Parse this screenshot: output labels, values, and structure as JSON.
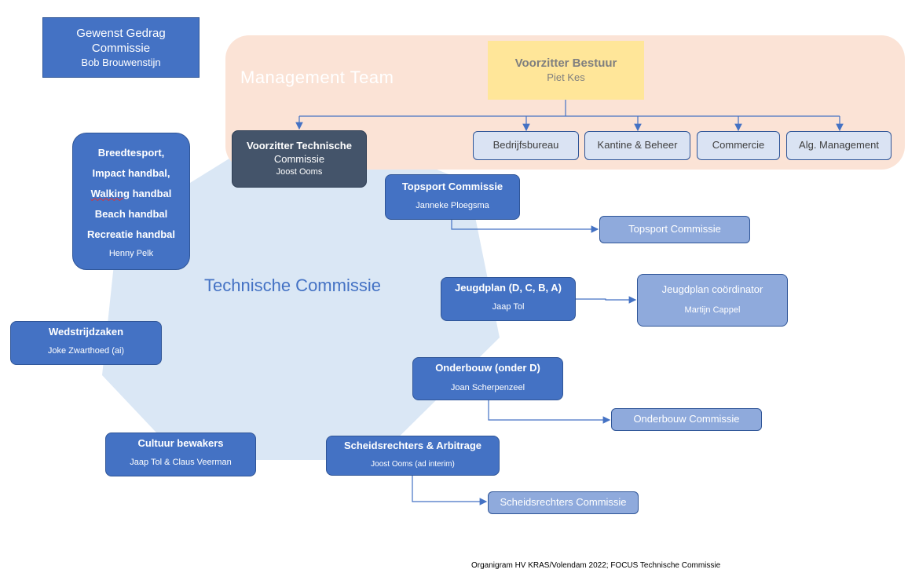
{
  "gewenst": {
    "line1": "Gewenst Gedrag",
    "line2": "Commissie",
    "name": "Bob Brouwenstijn"
  },
  "management": {
    "title": "Management Team"
  },
  "voorzitter_bestuur": {
    "title": "Voorzitter Bestuur",
    "name": "Piet Kes"
  },
  "mgmt_units": [
    "Bedrijfsbureau",
    "Kantine & Beheer",
    "Commercie",
    "Alg. Management"
  ],
  "voorzitter_tc": {
    "line1": "Voorzitter Technische",
    "line2": "Commissie",
    "name": "Joost Ooms"
  },
  "breedtesport": {
    "items": [
      "Breedtesport,",
      "Impact handbal,",
      "Walking",
      "handbal",
      "Beach handbal",
      "Recreatie handbal"
    ],
    "name": "Henny Pelk"
  },
  "technische_commissie": "Technische Commissie",
  "topsport": {
    "title": "Topsport Commissie",
    "name": "Janneke Ploegsma",
    "sub": "Topsport Commissie"
  },
  "jeugdplan": {
    "title": "Jeugdplan (D, C, B, A)",
    "name": "Jaap Tol",
    "sub_title": "Jeugdplan coördinator",
    "sub_name": "Martijn Cappel"
  },
  "wedstrijdzaken": {
    "title": "Wedstrijdzaken",
    "name": "Joke Zwarthoed (ai)"
  },
  "onderbouw": {
    "title": "Onderbouw (onder D)",
    "name": "Joan Scherpenzeel",
    "sub": "Onderbouw Commissie"
  },
  "cultuur": {
    "title": "Cultuur bewakers",
    "name": "Jaap Tol & Claus Veerman"
  },
  "scheids": {
    "title": "Scheidsrechters & Arbitrage",
    "name": "Joost Ooms (ad interim)",
    "sub": "Scheidsrechters Commissie"
  },
  "caption": "Organigram HV KRAS/Volendam 2022; FOCUS Technische Commissie",
  "colors": {
    "box_blue": "#4472c4",
    "box_light": "#8faadc",
    "box_dark": "#44546a",
    "box_grey": "#dae3f3",
    "box_yellow": "#ffe699",
    "mgmt_bg": "#fbe3d6",
    "polygon": "#dae7f5"
  }
}
